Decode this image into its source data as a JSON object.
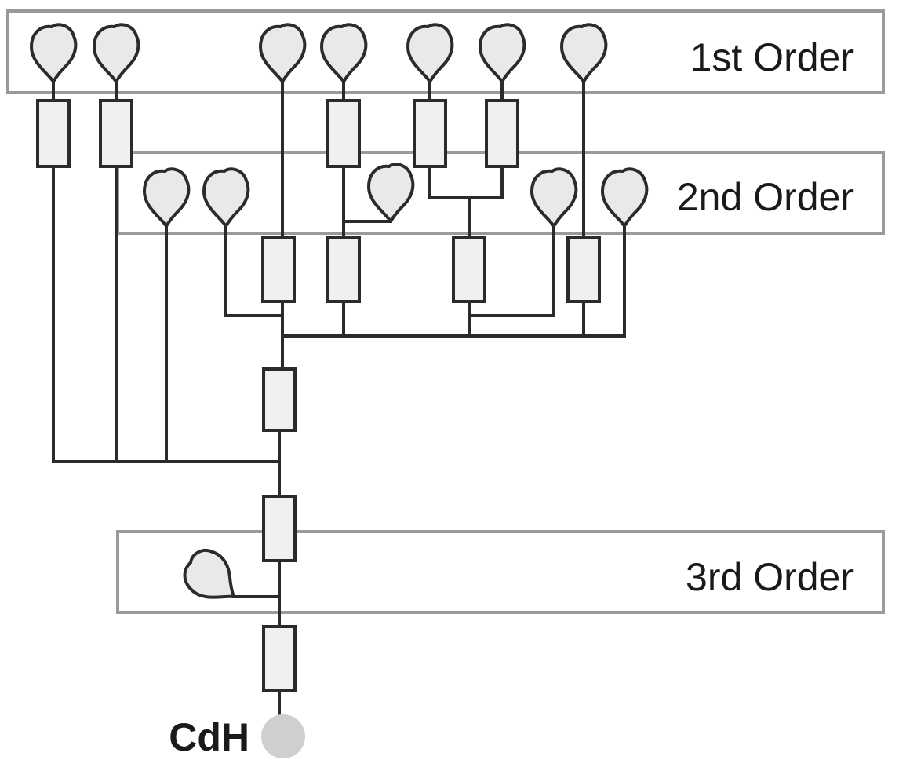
{
  "labels": {
    "order1": "1st Order",
    "order2": "2nd Order",
    "order3": "3rd Order",
    "root": "CdH"
  },
  "colors": {
    "wire": "#2b2b2b",
    "box_outline": "#9a9a9a",
    "resistor_fill": "#f0f0f0",
    "leaf_fill": "#e9e9e9",
    "root_fill": "#cfcfcf"
  }
}
